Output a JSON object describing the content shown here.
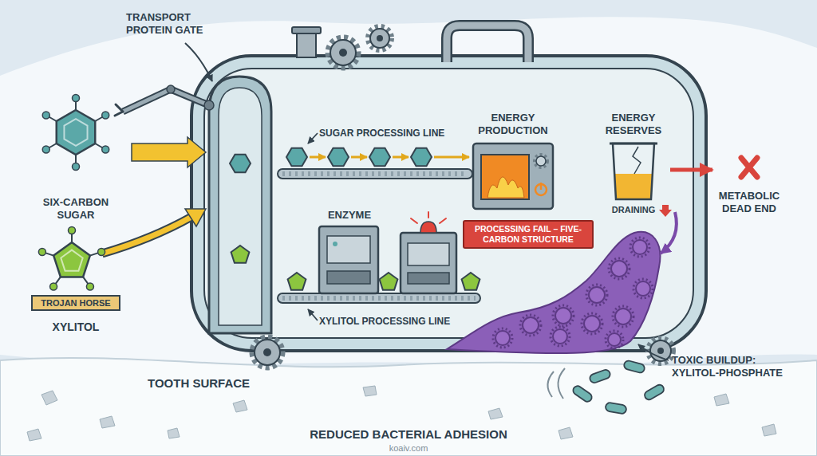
{
  "diagram": {
    "nodes": [
      {
        "text": [
          "SIX-CARBON SUGAR"
        ]
      },
      {
        "text": [
          "TROJAN HORSE",
          "XYLITOL"
        ]
      },
      {
        "text": [
          "ENERGY PRODUCTION"
        ]
      },
      {
        "text": [
          "ENZYME"
        ]
      },
      {
        "text": [
          "PROCESSING FAIL – FIVE-CARBON STRUCTURE"
        ]
      },
      {
        "text": [
          "ENERGY RESERVES",
          "DRAINING"
        ]
      },
      {
        "text": [
          "METABOLIC DEAD END"
        ]
      }
    ],
    "edges": [
      {
        "from": 5,
        "to": 6,
        "arrow": "to"
      }
    ],
    "labels": [
      "TRANSPORT PROTEIN GATE",
      "SUGAR PROCESSING LINE",
      "XYLITOL PROCESSING LINE",
      "TOXIC BUILDUP: XYLITOL-PHOSPHATE",
      "TOOTH SURFACE",
      "REDUCED BACTERIAL ADHESION",
      "koaiv.com"
    ]
  }
}
